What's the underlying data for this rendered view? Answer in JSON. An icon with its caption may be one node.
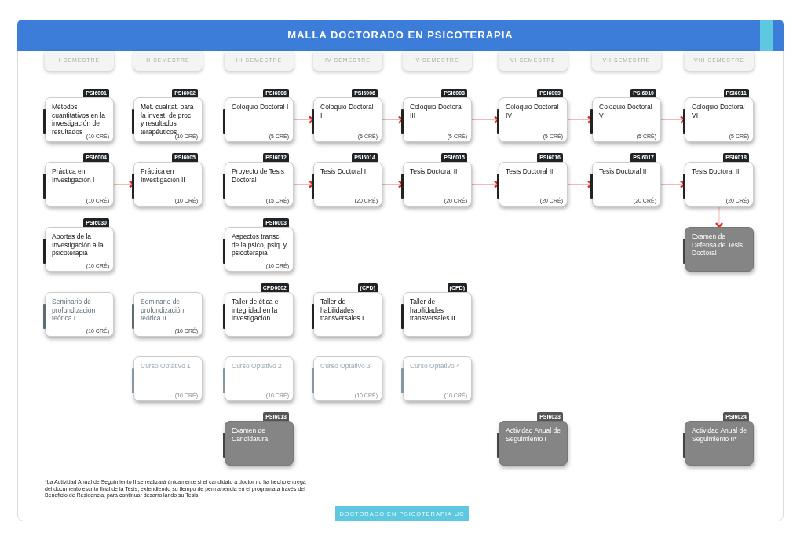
{
  "diagram": {
    "title": "MALLA DOCTORADO EN PSICOTERAPIA",
    "nodes": [
      {
        "text": [
          "I SEMESTRE"
        ]
      },
      {
        "text": [
          "II SEMESTRE"
        ]
      },
      {
        "text": [
          "III SEMESTRE"
        ]
      },
      {
        "text": [
          "IV SEMESTRE"
        ]
      },
      {
        "text": [
          "V SEMESTRE"
        ]
      },
      {
        "text": [
          "VI SEMESTRE"
        ]
      },
      {
        "text": [
          "VII SEMESTRE"
        ]
      },
      {
        "text": [
          "VIII SEMESTRE"
        ]
      },
      {
        "text": [
          "PSI6001",
          "Métodos cuantitativos en la investigación de resultados",
          "(10 CRÉ)"
        ]
      },
      {
        "text": [
          "PSI6002",
          "Mét. cualitat. para la invest. de proc. y resultados terapéuticos",
          "(10 CRÉ)"
        ]
      },
      {
        "text": [
          "PSI6006",
          "Coloquio Doctoral I",
          "(5 CRÉ)"
        ]
      },
      {
        "text": [
          "PSI6006",
          "Coloquio Doctoral II",
          "(5 CRÉ)"
        ]
      },
      {
        "text": [
          "PSI6008",
          "Coloquio Doctoral III",
          "(5 CRÉ)"
        ]
      },
      {
        "text": [
          "PSI6009",
          "Coloquio Doctoral IV",
          "(5 CRÉ)"
        ]
      },
      {
        "text": [
          "PSI6010",
          "Coloquio Doctoral V",
          "(5 CRÉ)"
        ]
      },
      {
        "text": [
          "PSI6011",
          "Coloquio Doctoral VI",
          "(5 CRÉ)"
        ]
      },
      {
        "text": [
          "PSI6004",
          "Práctica en Investigación I",
          "(10 CRÉ)"
        ]
      },
      {
        "text": [
          "PSI6005",
          "Práctica en Investigación II",
          "(10 CRÉ)"
        ]
      },
      {
        "text": [
          "PSI6012",
          "Proyecto de Tesis Doctoral",
          "(15 CRÉ)"
        ]
      },
      {
        "text": [
          "PSI6014",
          "Tesis Doctoral I",
          "(20 CRÉ)"
        ]
      },
      {
        "text": [
          "PSI6015",
          "Tesis Doctoral II",
          "(20 CRÉ)"
        ]
      },
      {
        "text": [
          "PSI6016",
          "Tesis Doctoral II",
          "(20 CRÉ)"
        ]
      },
      {
        "text": [
          "PSI6017",
          "Tesis Doctoral II",
          "(20 CRÉ)"
        ]
      },
      {
        "text": [
          "PSI6018",
          "Tesis Doctoral II",
          "(20 CRÉ)"
        ]
      },
      {
        "text": [
          "PSI6030",
          "Aportes de la Investigación a la psicoterapia",
          "(10 CRÉ)"
        ]
      },
      {
        "text": [
          "PSI6003",
          "Aspectos transc. de la psico, psiq. y psicoterapia",
          "(10 CRÉ)"
        ]
      },
      {
        "text": [
          "Examen de Defensa de Tesis Doctoral"
        ]
      },
      {
        "text": [
          "Seminario de profundización teórica I",
          "(10 CRÉ)"
        ]
      },
      {
        "text": [
          "Seminario de profundización teórica II",
          "(10 CRÉ)"
        ]
      },
      {
        "text": [
          "CPD0002",
          "Taller de ética e integridad en la investigación"
        ]
      },
      {
        "text": [
          "(CPD)",
          "Taller de habilidades transversales I"
        ]
      },
      {
        "text": [
          "(CPD)",
          "Taller de habilidades transversales II"
        ]
      },
      {
        "text": [
          "Curso Optativo 1",
          "(10 CRÉ)"
        ]
      },
      {
        "text": [
          "Curso Optativo 2",
          "(10 CRÉ)"
        ]
      },
      {
        "text": [
          "Curso Optativo 3",
          "(10 CRÉ)"
        ]
      },
      {
        "text": [
          "Curso Optativo 4",
          "(10 CRÉ)"
        ]
      },
      {
        "text": [
          "PSI6013",
          "Examen de Candidatura"
        ]
      },
      {
        "text": [
          "PSI6023",
          "Actividad Anual de Seguimiento I"
        ]
      },
      {
        "text": [
          "PSI6024",
          "Actividad Anual de Seguimiento II*"
        ]
      },
      {
        "text": [
          "DOCTORADO EN PSICOTERAPIA UC"
        ]
      }
    ],
    "edges": [
      {
        "from": 10,
        "to": 11,
        "arrow": "to"
      },
      {
        "from": 11,
        "to": 12,
        "arrow": "to"
      },
      {
        "from": 12,
        "to": 13,
        "arrow": "to"
      },
      {
        "from": 13,
        "to": 14,
        "arrow": "to"
      },
      {
        "from": 14,
        "to": 15,
        "arrow": "to"
      },
      {
        "from": 16,
        "to": 17,
        "arrow": "to"
      },
      {
        "from": 18,
        "to": 19,
        "arrow": "to"
      },
      {
        "from": 19,
        "to": 20,
        "arrow": "to"
      },
      {
        "from": 20,
        "to": 21,
        "arrow": "to"
      },
      {
        "from": 21,
        "to": 22,
        "arrow": "to"
      },
      {
        "from": 22,
        "to": 23,
        "arrow": "to"
      },
      {
        "from": 23,
        "to": 26,
        "arrow": "to"
      }
    ],
    "labels": [
      "*La Actividad Anual de Seguimiento II se realizará únicamente si el candidato a doctor no ha hecho entrega del documento escrito final de la Tesis, extendiendo su tiempo de permanencia en el programa a través del Beneficio de Residencia, para continuar desarrollando su Tesis."
    ]
  }
}
